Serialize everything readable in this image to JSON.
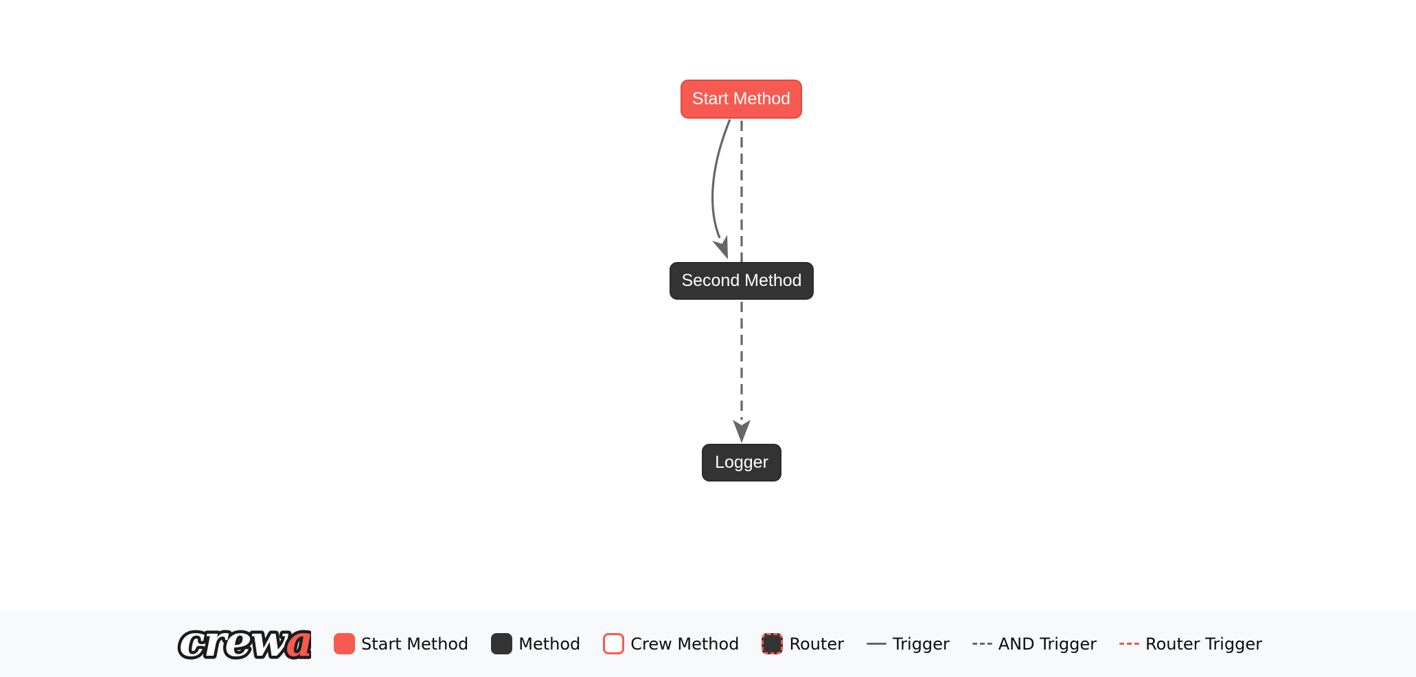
{
  "diagram": {
    "nodes": [
      {
        "label": "Start Method",
        "type": "start-method"
      },
      {
        "label": "Second Method",
        "type": "method"
      },
      {
        "label": "Logger",
        "type": "method"
      }
    ],
    "edges": [
      {
        "from": "Start Method",
        "to": "Second Method",
        "type": "trigger",
        "style": "solid-curved-arrow"
      },
      {
        "from": "Start Method",
        "to": "Logger",
        "type": "and-trigger",
        "style": "dashed"
      },
      {
        "from": "Second Method",
        "to": "Logger",
        "type": "and-trigger",
        "style": "dashed-arrow"
      }
    ]
  },
  "legend": {
    "logo": {
      "word1": "crew",
      "word2": "ai"
    },
    "items": [
      {
        "label": "Start Method",
        "swatch": "start-method"
      },
      {
        "label": "Method",
        "swatch": "method"
      },
      {
        "label": "Crew Method",
        "swatch": "crew-method"
      },
      {
        "label": "Router",
        "swatch": "router"
      },
      {
        "label": "Trigger",
        "swatch": "trigger-line"
      },
      {
        "label": "AND Trigger",
        "swatch": "and-trigger-line"
      },
      {
        "label": "Router Trigger",
        "swatch": "router-trigger-line"
      }
    ]
  },
  "colors": {
    "start_method": "#F65A50",
    "start_method_border": "#E04A40",
    "method": "#333333",
    "edge": "#666666",
    "router_trigger": "#F0544C",
    "node_text": "#FFFFFF",
    "legend_text": "#0B0B10",
    "legend_background": "#F8F9FA",
    "canvas_background": "#FFFFFF",
    "logo_outline": "#1B1B1B",
    "logo_crew": "#FFFFFF",
    "logo_ai": "#F65A50"
  }
}
